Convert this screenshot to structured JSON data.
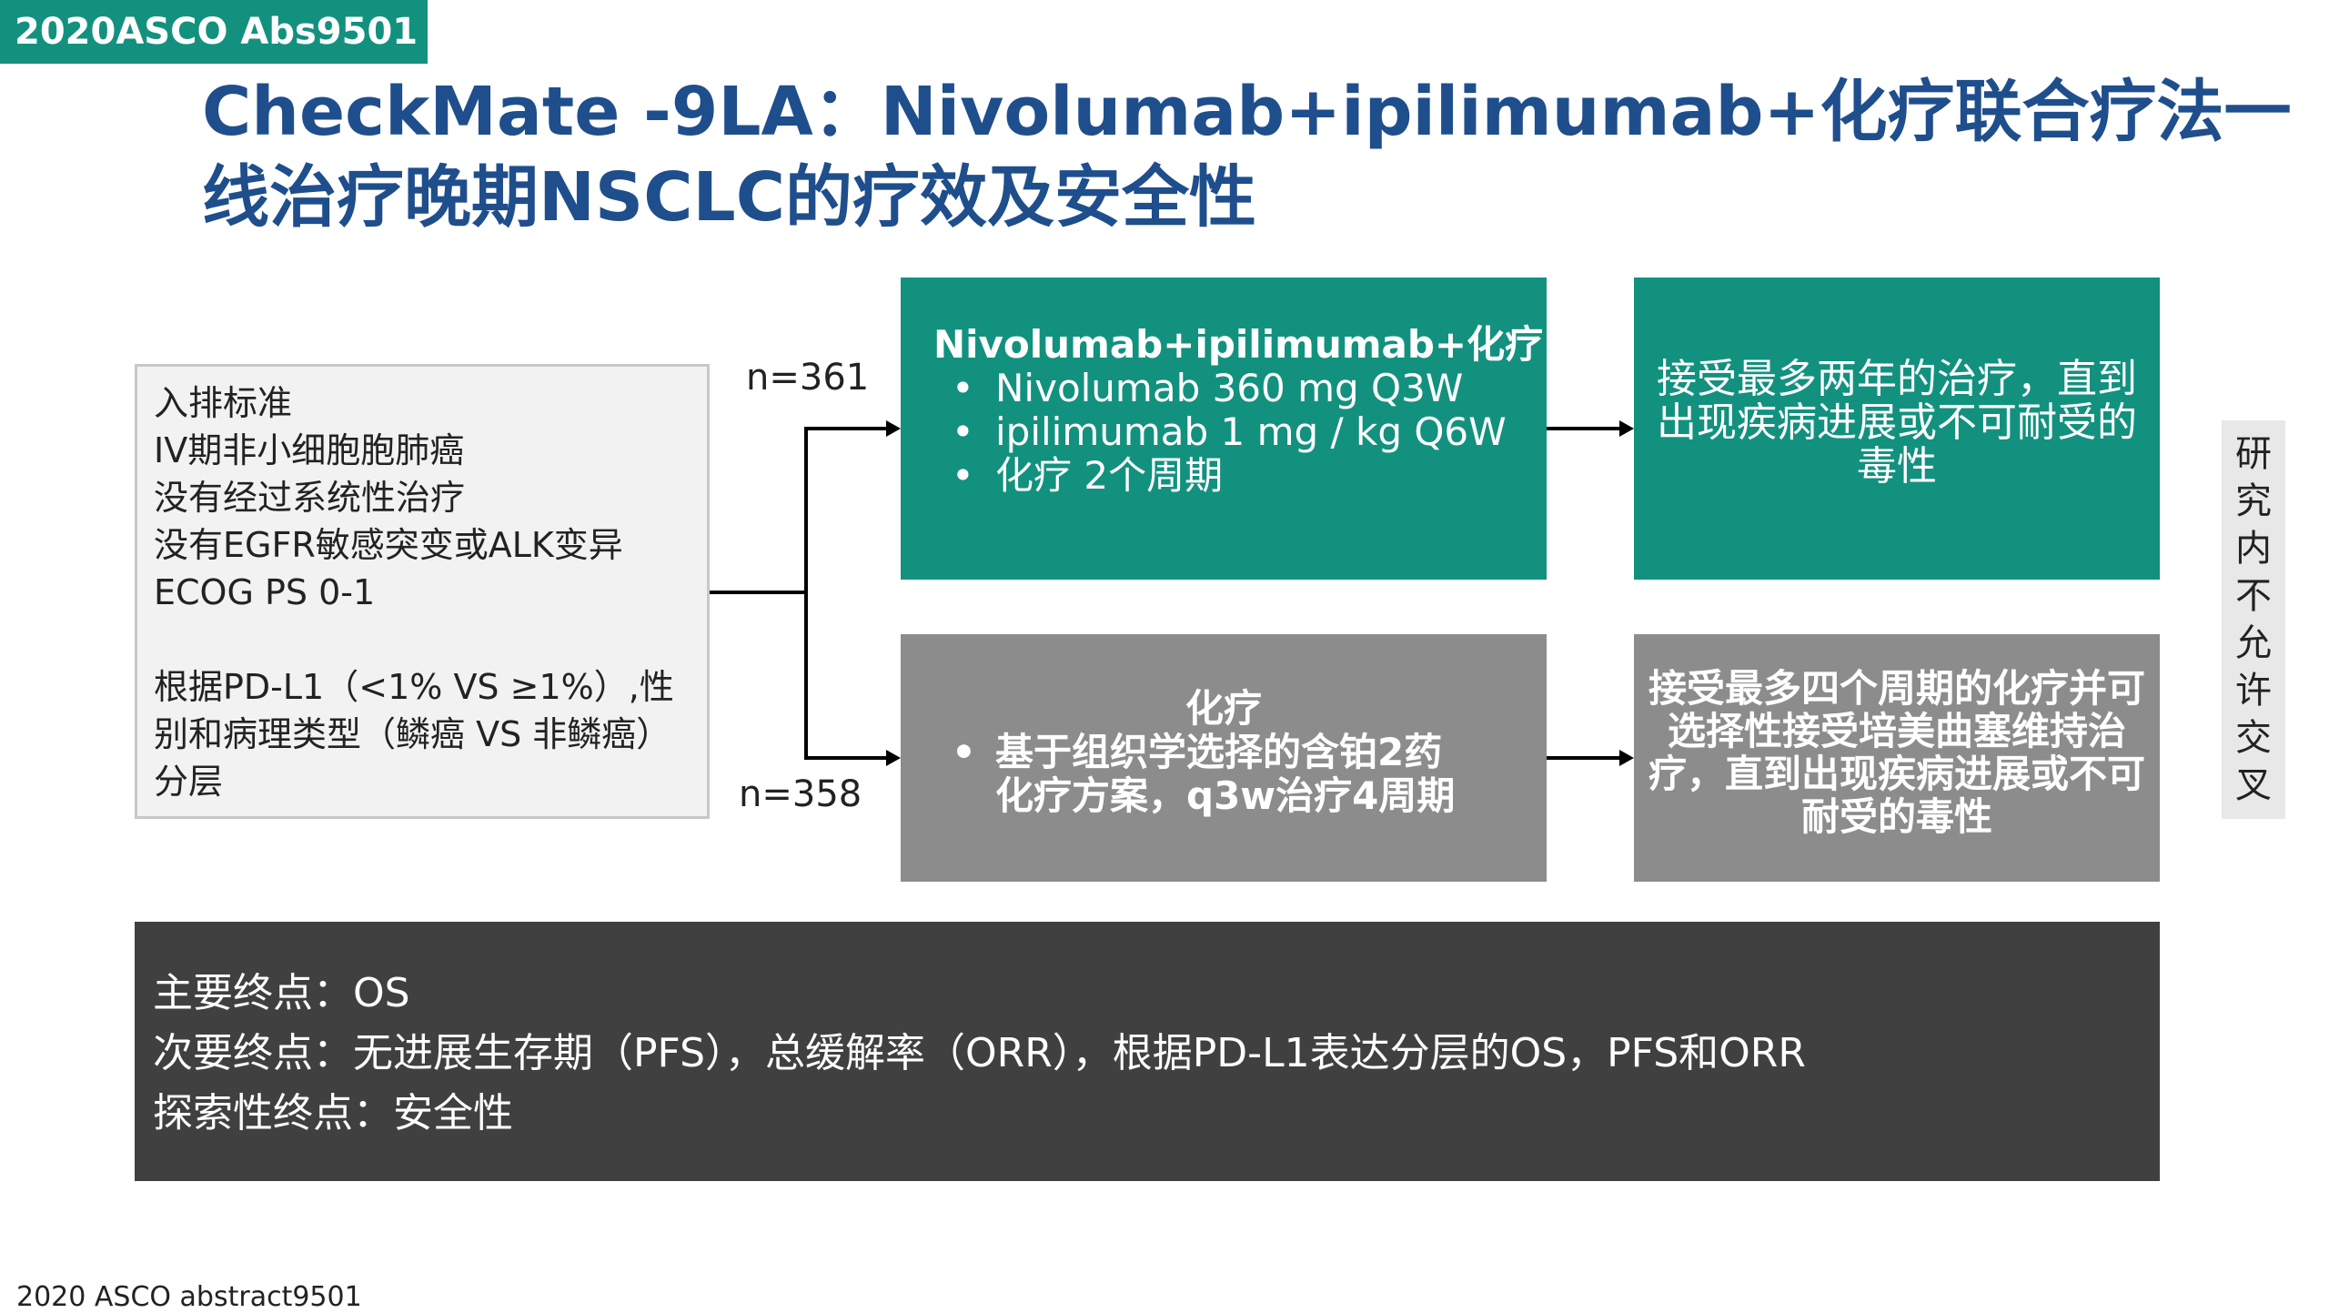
{
  "tag": "2020ASCO Abs9501",
  "title": {
    "line1": "CheckMate -9LA：Nivolumab+ipilimumab+化疗联合疗法一",
    "line2": "线治疗晚期NSCLC的疗效及安全性"
  },
  "criteria": {
    "heading": "入排标准",
    "items": [
      "IV期非小细胞胞肺癌",
      "没有经过系统性治疗",
      "没有EGFR敏感突变或ALK变异",
      "ECOG PS 0-1"
    ],
    "strat": [
      "根据PD-L1（<1% VS ≥1%）,性",
      "别和病理类型（鳞癌 VS 非鳞癌）",
      "分层"
    ]
  },
  "arm1": {
    "n": "n=361",
    "heading": "Nivolumab+ipilimumab+化疗",
    "bullets": [
      "Nivolumab 360 mg Q3W",
      "ipilimumab 1 mg / kg Q6W",
      "化疗 2个周期"
    ],
    "result": "接受最多两年的治疗，直到出现疾病进展或不可耐受的毒性"
  },
  "arm2": {
    "n": "n=358",
    "heading": "化疗",
    "bullets": [
      "基于组织学选择的含铂2药化疗方案，q3w治疗4周期"
    ],
    "result": "接受最多四个周期的化疗并可选择性接受培美曲塞维持治疗，直到出现疾病进展或不可耐受的毒性"
  },
  "bullet_glyph": "•",
  "side_note": [
    "研",
    "究",
    "内",
    "不",
    "允",
    "许",
    "交",
    "叉"
  ],
  "endpoints": {
    "primary": "主要终点：OS",
    "secondary": "次要终点：无进展生存期（PFS），总缓解率（ORR），根据PD-L1表达分层的OS，PFS和ORR",
    "exploratory": "探索性终点：安全性"
  },
  "footer": "2020 ASCO abstract9501",
  "colors": {
    "teal": "#13917f",
    "title_blue": "#1f4e8c",
    "gray_box": "#8c8c8c",
    "dark_box": "#404040"
  }
}
